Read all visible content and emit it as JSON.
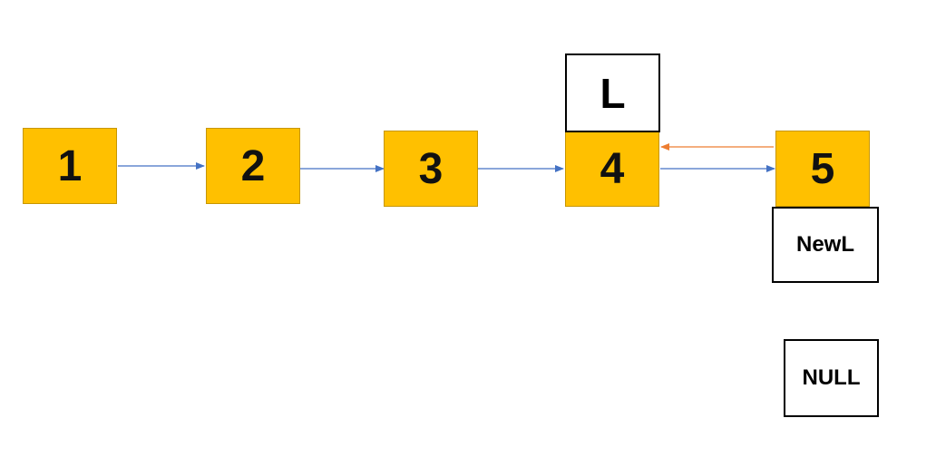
{
  "nodes": [
    {
      "label": "1"
    },
    {
      "label": "2"
    },
    {
      "label": "3"
    },
    {
      "label": "4"
    },
    {
      "label": "5"
    }
  ],
  "pointers": {
    "l": "L",
    "new_l": "NewL",
    "null": "NULL"
  },
  "colors": {
    "node_fill": "#ffc000",
    "next_arrow": "#4472c4",
    "back_arrow": "#ed7d31"
  }
}
